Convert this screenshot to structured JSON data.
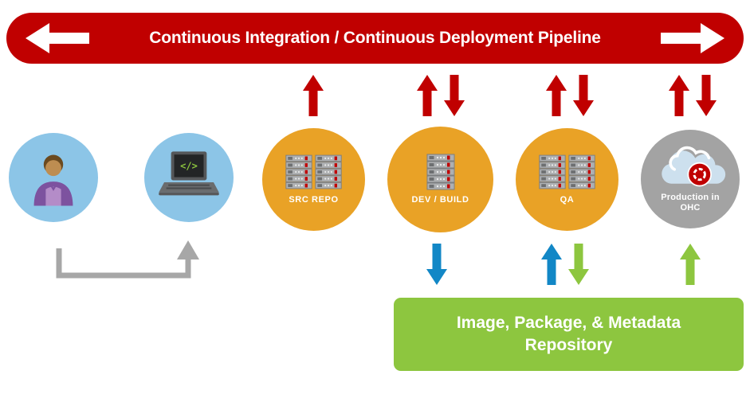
{
  "banner": {
    "label": "Continuous Integration / Continuous Deployment Pipeline"
  },
  "nodes": {
    "developer": {
      "icon": "person-icon"
    },
    "workstation": {
      "icon": "laptop-icon",
      "code_glyph": "</>"
    },
    "src_repo": {
      "label": "SRC REPO",
      "icon": "server-stack-icon"
    },
    "dev_build": {
      "label": "DEV / BUILD",
      "icon": "server-stack-icon"
    },
    "qa": {
      "label": "QA",
      "icon": "server-stack-icon"
    },
    "production": {
      "label": "Production in OHC",
      "icon": "cloud-openshift-icon"
    }
  },
  "repository": {
    "line1": "Image, Package, & Metadata",
    "line2": "Repository"
  },
  "colors": {
    "red": "#c00000",
    "blue": "#1287c6",
    "green": "#8dc63f",
    "light_blue": "#8cc5e7",
    "orange": "#e9a226",
    "gray_node": "#a3a3a3",
    "gray_arrow": "#a7a7a7"
  }
}
